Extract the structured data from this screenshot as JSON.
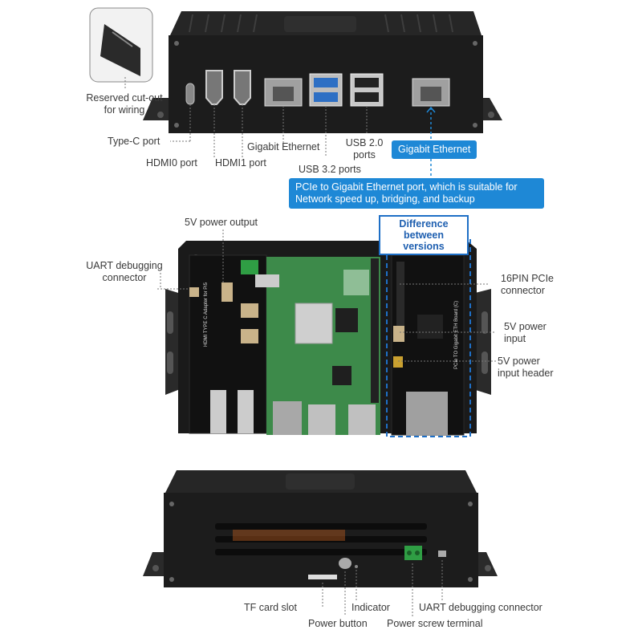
{
  "top_view": {
    "labels": {
      "reserved_cutout": "Reserved cut-out\nfor wiring",
      "type_c": "Type-C port",
      "hdmi0": "HDMI0 port",
      "hdmi1": "HDMI1 port",
      "gigabit_ethernet": "Gigabit Ethernet",
      "usb20": "USB 2.0\nports",
      "usb32": "USB 3.2 ports",
      "gigabit_ethernet_pcie": "Gigabit Ethernet"
    },
    "callout": "PCIe to Gigabit Ethernet port, which is suitable for\nNetwork speed up, bridging, and backup"
  },
  "middle_view": {
    "labels": {
      "power_5v_output": "5V power output",
      "uart_debug": "UART debugging\nconnector",
      "pcie_16pin": "16PIN PCIe\nconnector",
      "power_5v_input": "5V power\ninput",
      "power_5v_input_header": "5V power\ninput header"
    },
    "difference_box": "Difference\nbetween versions",
    "board_text": {
      "hdmi_adapter": "HDMI TYPE C Adapter for Pi5",
      "pcie_board": "PCIe TO Gigabit ETH Board (C)"
    }
  },
  "bottom_view": {
    "labels": {
      "tf_card": "TF card slot",
      "power_button": "Power button",
      "indicator": "Indicator",
      "power_screw": "Power screw terminal",
      "uart_debug": "UART debugging connector"
    }
  },
  "colors": {
    "accent_blue": "#1e88d6",
    "dashed_blue": "#1e6fc6",
    "case_black": "#1c1c1c",
    "pcb_green": "#3d8a4a",
    "terminal_green": "#2f9e44"
  }
}
